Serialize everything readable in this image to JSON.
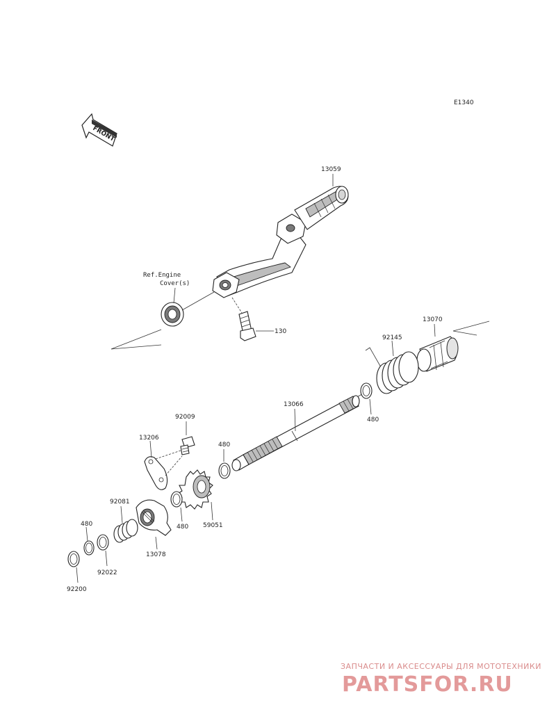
{
  "diagram_code": "E1340",
  "front_arrow_label": "FRONT",
  "ref_label_line1": "Ref.Engine",
  "ref_label_line2": "Cover(s)",
  "parts": {
    "kick_pedal": "13059",
    "bolt": "130",
    "spring_guide": "13070",
    "torsion_spring": "92145",
    "kick_shaft": "13066",
    "circlip_a": "480",
    "circlip_b": "480",
    "circlip_c": "480",
    "circlip_d": "480",
    "bolt_small": "92009",
    "guide_plate": "13206",
    "spring": "92081",
    "ratchet_gear": "13078",
    "kick_gear": "59051",
    "washer": "92022",
    "washer_shim": "92200"
  },
  "watermark": {
    "top": "ЗАПЧАСТИ И АКСЕССУАРЫ ДЛЯ МОТОТЕХНИКИ",
    "main": "PARTSFOR.RU"
  }
}
